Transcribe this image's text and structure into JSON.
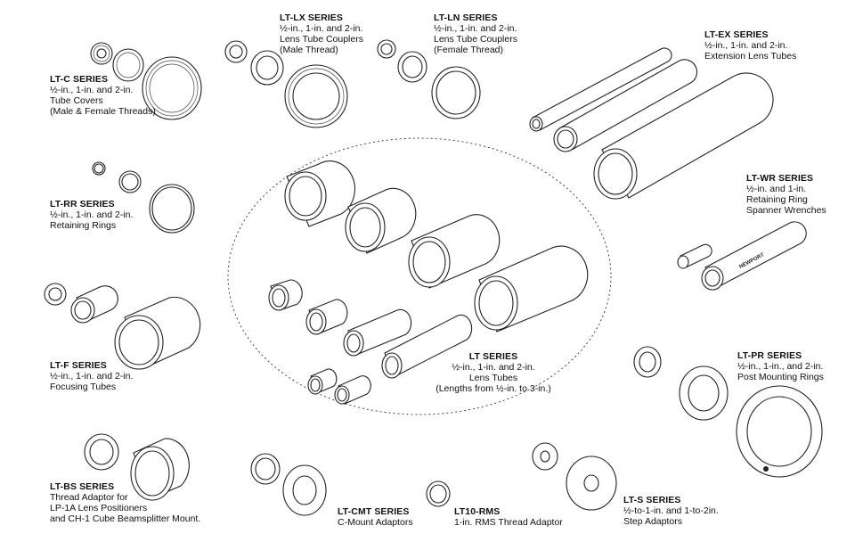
{
  "labels": {
    "lt_c": {
      "title": "LT-C SERIES",
      "lines": [
        "½-in., 1-in. and 2-in.",
        "Tube Covers",
        "(Male & Female Threads)"
      ]
    },
    "lt_lx": {
      "title": "LT-LX SERIES",
      "lines": [
        "½-in., 1-in. and 2-in.",
        "Lens Tube Couplers",
        "(Male Thread)"
      ]
    },
    "lt_ln": {
      "title": "LT-LN SERIES",
      "lines": [
        "½-in., 1-in. and 2-in.",
        "Lens Tube Couplers",
        "(Female Thread)"
      ]
    },
    "lt_ex": {
      "title": "LT-EX SERIES",
      "lines": [
        "½-in., 1-in. and 2-in.",
        "Extension Lens Tubes"
      ]
    },
    "lt_rr": {
      "title": "LT-RR SERIES",
      "lines": [
        "½-in., 1-in. and 2-in.",
        "Retaining Rings"
      ]
    },
    "lt_wr": {
      "title": "LT-WR SERIES",
      "lines": [
        "½-in. and 1-in.",
        "Retaining Ring",
        "Spanner Wrenches"
      ]
    },
    "lt_f": {
      "title": "LT-F SERIES",
      "lines": [
        "½-in., 1-in. and 2-in.",
        "Focusing Tubes"
      ]
    },
    "lt": {
      "title": "LT SERIES",
      "lines": [
        "½-in., 1-in. and 2-in.",
        "Lens Tubes",
        "(Lengths from ½-in. to 3-in.)"
      ]
    },
    "lt_pr": {
      "title": "LT-PR SERIES",
      "lines": [
        "½-in., 1-in., and 2-in.",
        "Post Mounting Rings"
      ]
    },
    "lt_bs": {
      "title": "LT-BS SERIES",
      "lines": [
        "Thread Adaptor for",
        "LP-1A Lens Positioners",
        "and CH-1 Cube Beamsplitter Mount."
      ]
    },
    "lt_cmt": {
      "title": "LT-CMT SERIES",
      "lines": [
        "C-Mount Adaptors"
      ]
    },
    "lt10": {
      "title": "LT10-RMS",
      "lines": [
        "1-in. RMS Thread Adaptor"
      ]
    },
    "lt_s": {
      "title": "LT-S SERIES",
      "lines": [
        "½-to-1-in. and 1-to-2in.",
        "Step Adaptors"
      ]
    }
  },
  "wrench_brand": "NEWPORT"
}
